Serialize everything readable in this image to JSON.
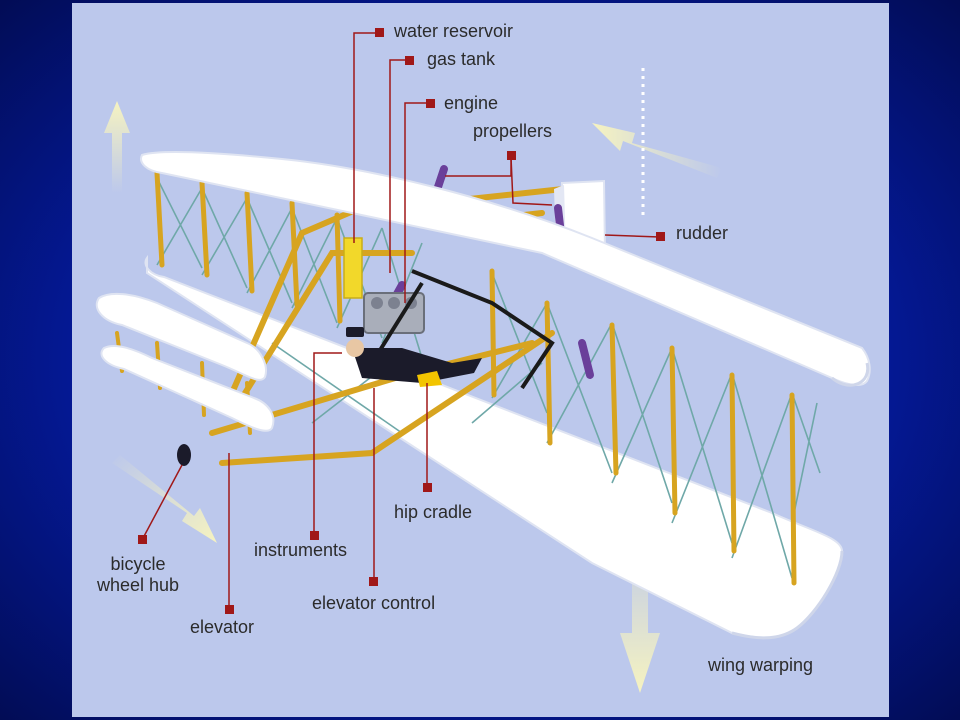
{
  "diagram": {
    "labels": {
      "water_reservoir": "water reservoir",
      "gas_tank": "gas tank",
      "engine": "engine",
      "propellers": "propellers",
      "rudder": "rudder",
      "hip_cradle": "hip cradle",
      "instruments": "instruments",
      "elevator_control": "elevator control",
      "bicycle_wheel_hub_line1": "bicycle",
      "bicycle_wheel_hub_line2": "wheel hub",
      "elevator": "elevator",
      "wing_warping": "wing warping"
    },
    "colors": {
      "background": "#bcc8ec",
      "frame_border": "#041a9c",
      "wing": "#ffffff",
      "strut": "#d7a420",
      "wire": "#6fa8a8",
      "leader_line": "#a01818",
      "propeller": "#6a3f9a",
      "arrow": "#f6f3c0"
    }
  }
}
